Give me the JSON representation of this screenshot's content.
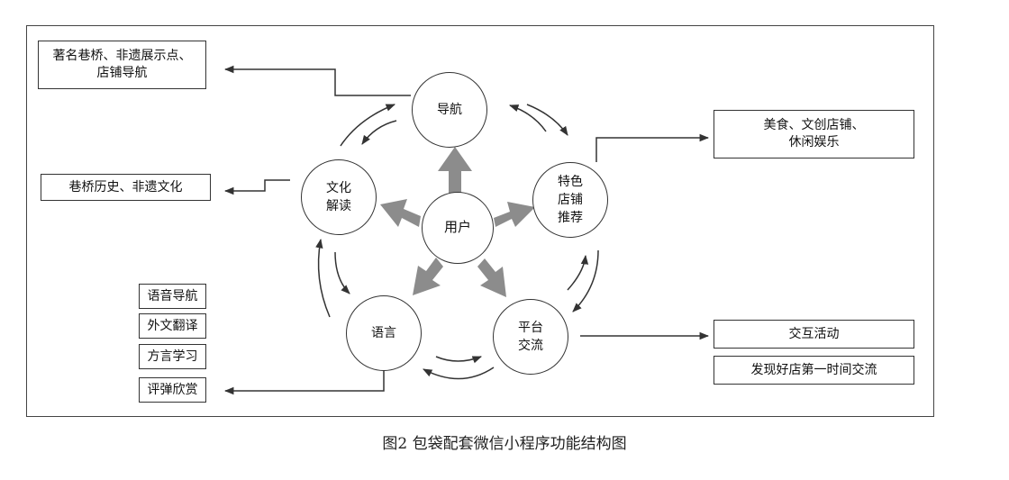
{
  "nodes": {
    "center": "用户",
    "navigation": "导航",
    "culture": "文化\n解读",
    "shops": "特色\n店铺\n推荐",
    "platform": "平台\n交流",
    "language": "语言"
  },
  "boxes": {
    "navigation_detail": "著名巷桥、非遗展示点、\n店铺导航",
    "culture_detail": "巷桥历史、非遗文化",
    "shops_detail": "美食、文创店铺、\n休闲娱乐",
    "platform_items": [
      "交互活动",
      "发现好店第一时间交流"
    ],
    "language_items": [
      "语音导航",
      "外文翻译",
      "方言学习",
      "评弹欣赏"
    ]
  },
  "caption": "图2 包袋配套微信小程序功能结构图",
  "colors": {
    "line": "#333333",
    "arrow_fill": "#8c8c8c"
  }
}
